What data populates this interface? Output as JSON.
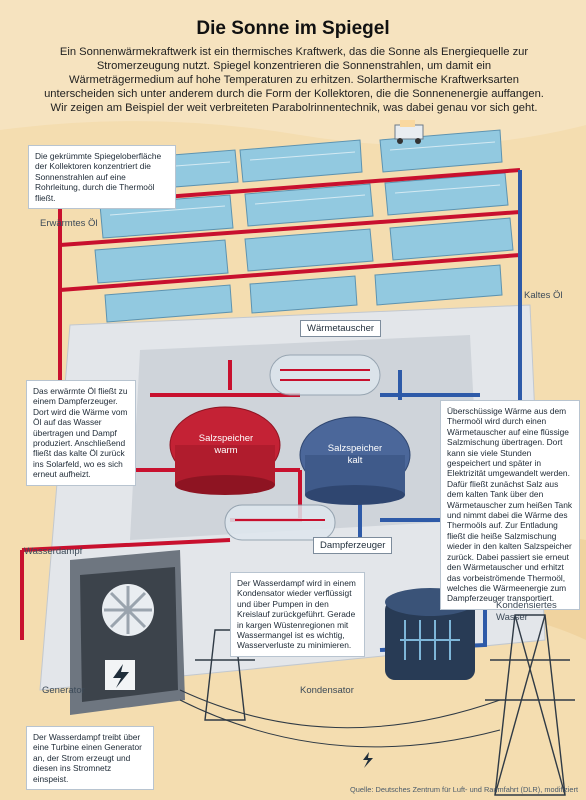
{
  "title": "Die Sonne im Spiegel",
  "intro": "Ein Sonnenwärmekraftwerk ist ein thermisches Kraftwerk, das die Sonne als Energiequelle zur Stromerzeugung nutzt. Spiegel konzentrieren die Sonnenstrahlen, um damit ein Wärmeträgermedium auf hohe Temperaturen zu erhitzen. Solarthermische Kraftwerksarten unterscheiden sich unter anderem durch die Form der Kollektoren, die die Sonnenenergie auffangen. Wir zeigen am Beispiel der weit verbreiteten Parabolrinnentechnik, was dabei genau vor sich geht.",
  "callouts": {
    "collector": "Die gekrümmte Spiegeloberfläche der Kollektoren konzentriert die Sonnenstrahlen auf eine Rohrleitung, durch die Thermoöl fließt.",
    "steam_gen": "Das erwärmte Öl fließt zu einem Dampferzeuger. Dort wird die Wärme vom Öl auf das Wasser übertragen und Dampf produziert. Anschließend fließt das kalte Öl zurück ins Solarfeld, wo es sich erneut aufheizt.",
    "storage": "Überschüssige Wärme aus dem Thermoöl wird durch einen Wärmetauscher auf eine flüssige Salzmischung übertragen. Dort kann sie viele Stunden gespeichert und später in Elektrizität umgewandelt werden. Dafür fließt zunächst Salz aus dem kalten Tank über den Wärmetauscher zum heißen Tank und nimmt dabei die Wärme des Thermoöls auf. Zur Entladung fließt die heiße Salzmischung wieder in den kalten Salzspeicher zurück. Dabei passiert sie erneut den Wärmetauscher und erhitzt das vorbeiströmende Thermoöl, welches die Wärmeenergie zum Dampferzeuger transportiert.",
    "condenser": "Der Wasserdampf wird in einem Kondensator wieder verflüssigt und über Pumpen in den Kreislauf zurückgeführt. Gerade in kargen Wüstenregionen mit Wassermangel ist es wichtig, Wasserverluste zu minimieren.",
    "generator": "Der Wasserdampf treibt über eine Turbine einen Generator an, der Strom erzeugt und diesen ins Stromnetz einspeist."
  },
  "labels": {
    "warm_oil": "Erwärmtes Öl",
    "cold_oil": "Kaltes Öl",
    "heat_exchanger": "Wärmetauscher",
    "salt_hot": [
      "Salzspeicher",
      "warm"
    ],
    "salt_cold": [
      "Salzspeicher",
      "kalt"
    ],
    "steam_generator": "Dampferzeuger",
    "steam": "Wasserdampf",
    "condensed_water": [
      "Kondensiertes",
      "Wasser"
    ],
    "generator": "Generator",
    "condenser": "Kondensator"
  },
  "source": "Quelle: Deutsches Zentrum für Luft- und Raumfahrt (DLR), modifiziert",
  "colors": {
    "background": "#f6e3bf",
    "hot_pipe": "#c8102e",
    "cold_pipe": "#2e5aa8",
    "mirror": "#8fc7e0",
    "ground": "#d9dde2"
  }
}
